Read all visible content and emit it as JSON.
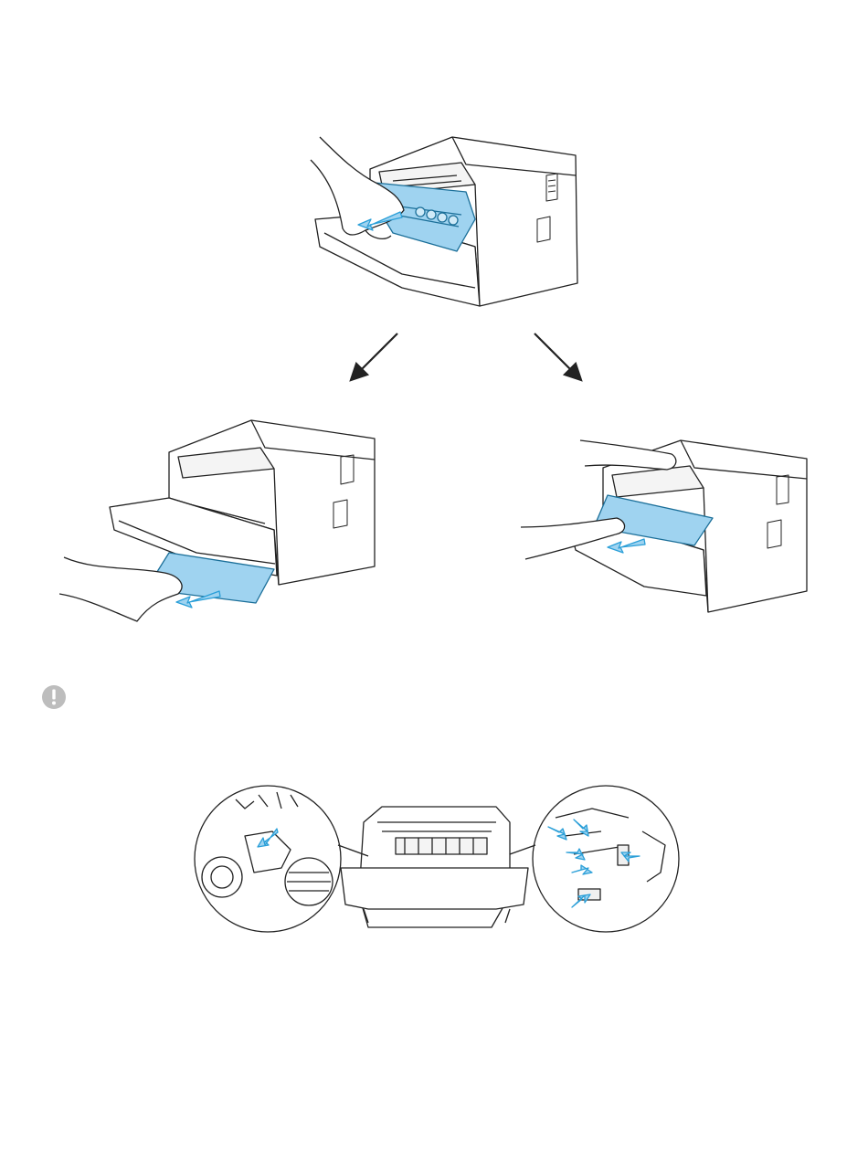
{
  "page": {
    "background": "#ffffff",
    "accent_color": "#9fd3f0",
    "accent_stroke": "#2a9fd8",
    "line_color": "#222222"
  },
  "figures": {
    "top": {
      "subject": "printer-remove-drum-toner-assembly",
      "icon": "hand-pulling-drum-icon"
    },
    "flow_arrows": [
      "arrow-down-left-icon",
      "arrow-down-right-icon"
    ],
    "bottom_left": {
      "subject": "pull-jammed-paper-from-front-tray",
      "icon": "jammed-paper-icon"
    },
    "bottom_right": {
      "subject": "pull-jammed-paper-from-inside-printer",
      "icon": "jammed-paper-icon"
    },
    "caution": {
      "icon": "caution-icon"
    },
    "detail": {
      "subject": "printer-interior-high-voltage-contacts",
      "icons": [
        "magnifier-circle-icon",
        "contact-arrow-icon"
      ]
    }
  }
}
